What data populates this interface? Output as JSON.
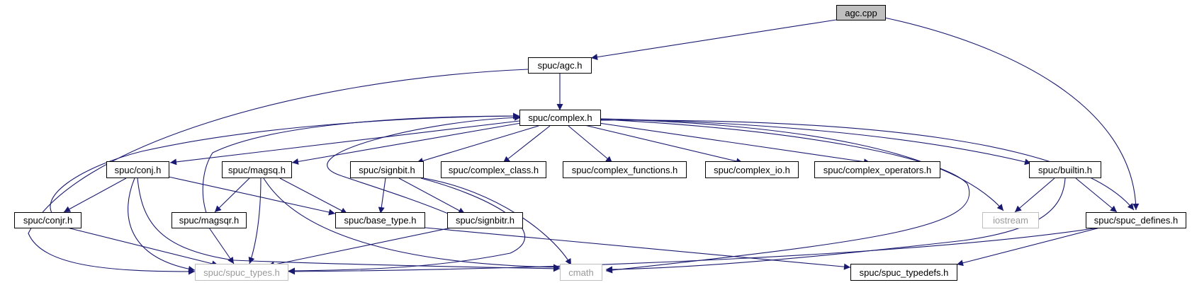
{
  "colors": {
    "edge": "#191970",
    "root_fill": "#bfbfbf",
    "external_border": "#bfbfbf",
    "external_text": "#9a9a9a"
  },
  "nodes": {
    "agc_cpp": "agc.cpp",
    "agc_h": "spuc/agc.h",
    "complex_h": "spuc/complex.h",
    "conj_h": "spuc/conj.h",
    "magsq_h": "spuc/magsq.h",
    "signbit_h": "spuc/signbit.h",
    "complex_class_h": "spuc/complex_class.h",
    "complex_functions_h": "spuc/complex_functions.h",
    "complex_io_h": "spuc/complex_io.h",
    "complex_operators_h": "spuc/complex_operators.h",
    "builtin_h": "spuc/builtin.h",
    "conjr_h": "spuc/conjr.h",
    "magsqr_h": "spuc/magsqr.h",
    "base_type_h": "spuc/base_type.h",
    "signbitr_h": "spuc/signbitr.h",
    "iostream": "iostream",
    "spuc_defines_h": "spuc/spuc_defines.h",
    "spuc_types_h": "spuc/spuc_types.h",
    "cmath": "cmath",
    "spuc_typedefs_h": "spuc/spuc_typedefs.h"
  }
}
